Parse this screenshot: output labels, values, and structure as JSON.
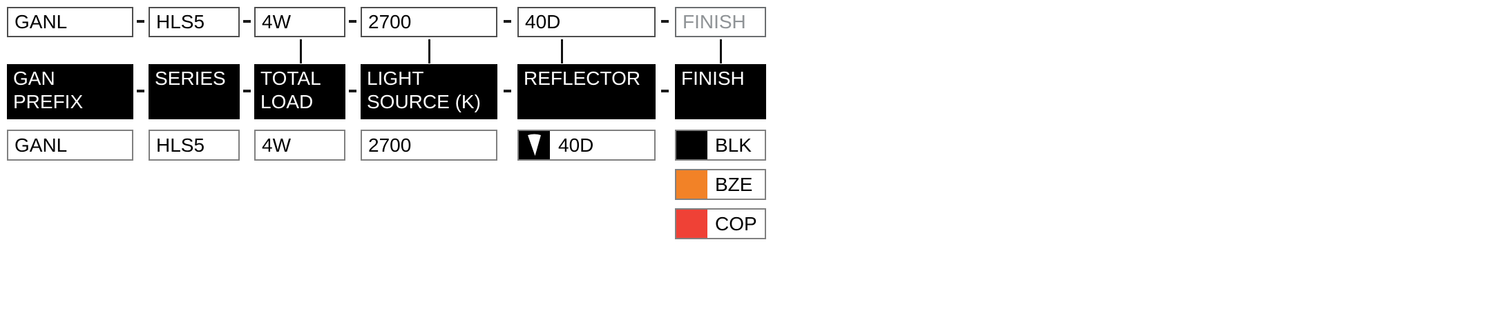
{
  "product_code_builder": {
    "separator": "–",
    "code_row": {
      "gan_prefix": "GANL",
      "series": "HLS5",
      "total_load": "4W",
      "light_source": "2700",
      "reflector": "40D",
      "finish_placeholder": "FINISH"
    },
    "label_row": {
      "gan_prefix": "GAN\nPREFIX",
      "series": "SERIES",
      "total_load": "TOTAL\nLOAD",
      "light_source": "LIGHT\nSOURCE (K)",
      "reflector": "REFLECTOR",
      "finish": "FINISH"
    },
    "selection_row": {
      "gan_prefix": "GANL",
      "series": "HLS5",
      "total_load": "4W",
      "light_source": "2700",
      "reflector_dropdown": {
        "value": "40D",
        "icon": "dropdown-triangle-icon"
      },
      "finish_options": [
        {
          "code": "BLK",
          "swatch_color": "#000000"
        },
        {
          "code": "BZE",
          "swatch_color": "#F28227"
        },
        {
          "code": "COP",
          "swatch_color": "#EF4136"
        }
      ]
    },
    "colors": {
      "label_box_background": "#000000",
      "label_box_text": "#FFFFFF",
      "placeholder_text": "#8F9396",
      "input_border": "#4d4d4d",
      "value_border": "#808080"
    }
  }
}
